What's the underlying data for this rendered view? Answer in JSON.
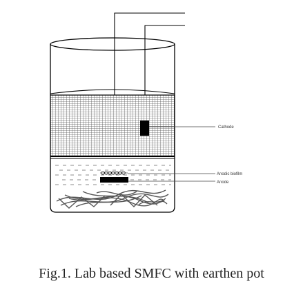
{
  "diagram": {
    "labels": {
      "cathode": "Cathode",
      "anodic_biofilm": "Anodic biofilm",
      "anode": "Anode"
    }
  },
  "caption": "Fig.1. Lab based SMFC with earthen pot"
}
